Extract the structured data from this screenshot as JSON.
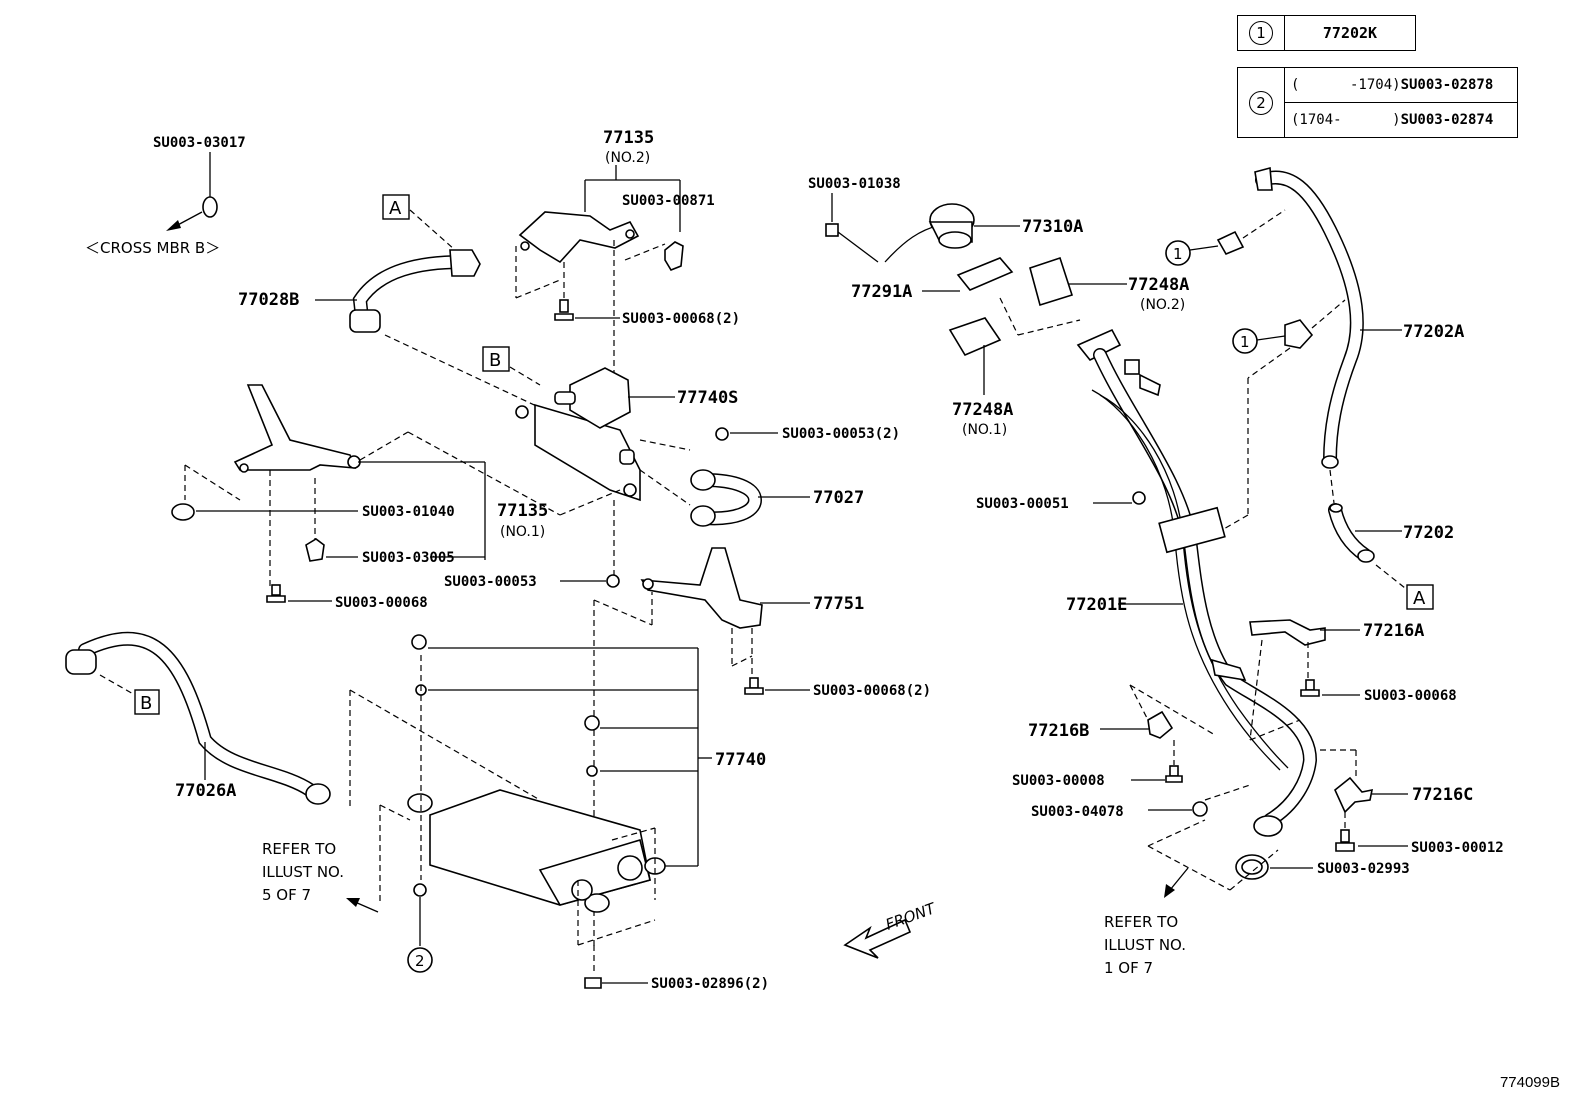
{
  "legend": {
    "row1": {
      "marker": "1",
      "part": "77202K"
    },
    "row2": {
      "marker": "2",
      "a": {
        "range": "(      -1704)",
        "part": "SU003-02878"
      },
      "b": {
        "range": "(1704-      )",
        "part": "SU003-02874"
      }
    }
  },
  "labels": {
    "su003_03017": "SU003-03017",
    "cross_mbr": "＜CROSS MBR B＞",
    "box_a": "A",
    "box_b": "B",
    "p77028b": "77028B",
    "p77135_top": "77135",
    "no2_top": "(NO.2)",
    "su003_00871": "SU003-00871",
    "su003_00068_2_top": "SU003-00068(2)",
    "p77740s": "77740S",
    "su003_00053_2": "SU003-00053(2)",
    "p77027": "77027",
    "su003_01040": "SU003-01040",
    "p77135_no1": "77135",
    "no1_mid": "(NO.1)",
    "su003_03005": "SU003-03005",
    "su003_00068_left": "SU003-00068",
    "su003_00053": "SU003-00053",
    "p77751": "77751",
    "su003_00068_2_mid": "SU003-00068(2)",
    "p77740": "77740",
    "p77026a": "77026A",
    "su003_02896_2": "SU003-02896(2)",
    "refer5": [
      "REFER TO",
      "ILLUST NO.",
      "5 OF 7"
    ],
    "su003_01038": "SU003-01038",
    "p77310a": "77310A",
    "p77291a": "77291A",
    "p77248a_no2": "77248A",
    "no2_right": "(NO.2)",
    "p77248a_no1": "77248A",
    "no1_right": "(NO.1)",
    "p77202a": "77202A",
    "circle1_a": "1",
    "circle1_b": "1",
    "circle2": "2",
    "su003_00051": "SU003-00051",
    "p77202": "77202",
    "p77201e": "77201E",
    "p77216a": "77216A",
    "su003_00068_right": "SU003-00068",
    "p77216b": "77216B",
    "su003_00008": "SU003-00008",
    "su003_04078": "SU003-04078",
    "p77216c": "77216C",
    "su003_00012": "SU003-00012",
    "su003_02993": "SU003-02993",
    "refer1": [
      "REFER TO",
      "ILLUST NO.",
      "1 OF 7"
    ],
    "front": "FRONT"
  },
  "illustration_ref": "774099B"
}
